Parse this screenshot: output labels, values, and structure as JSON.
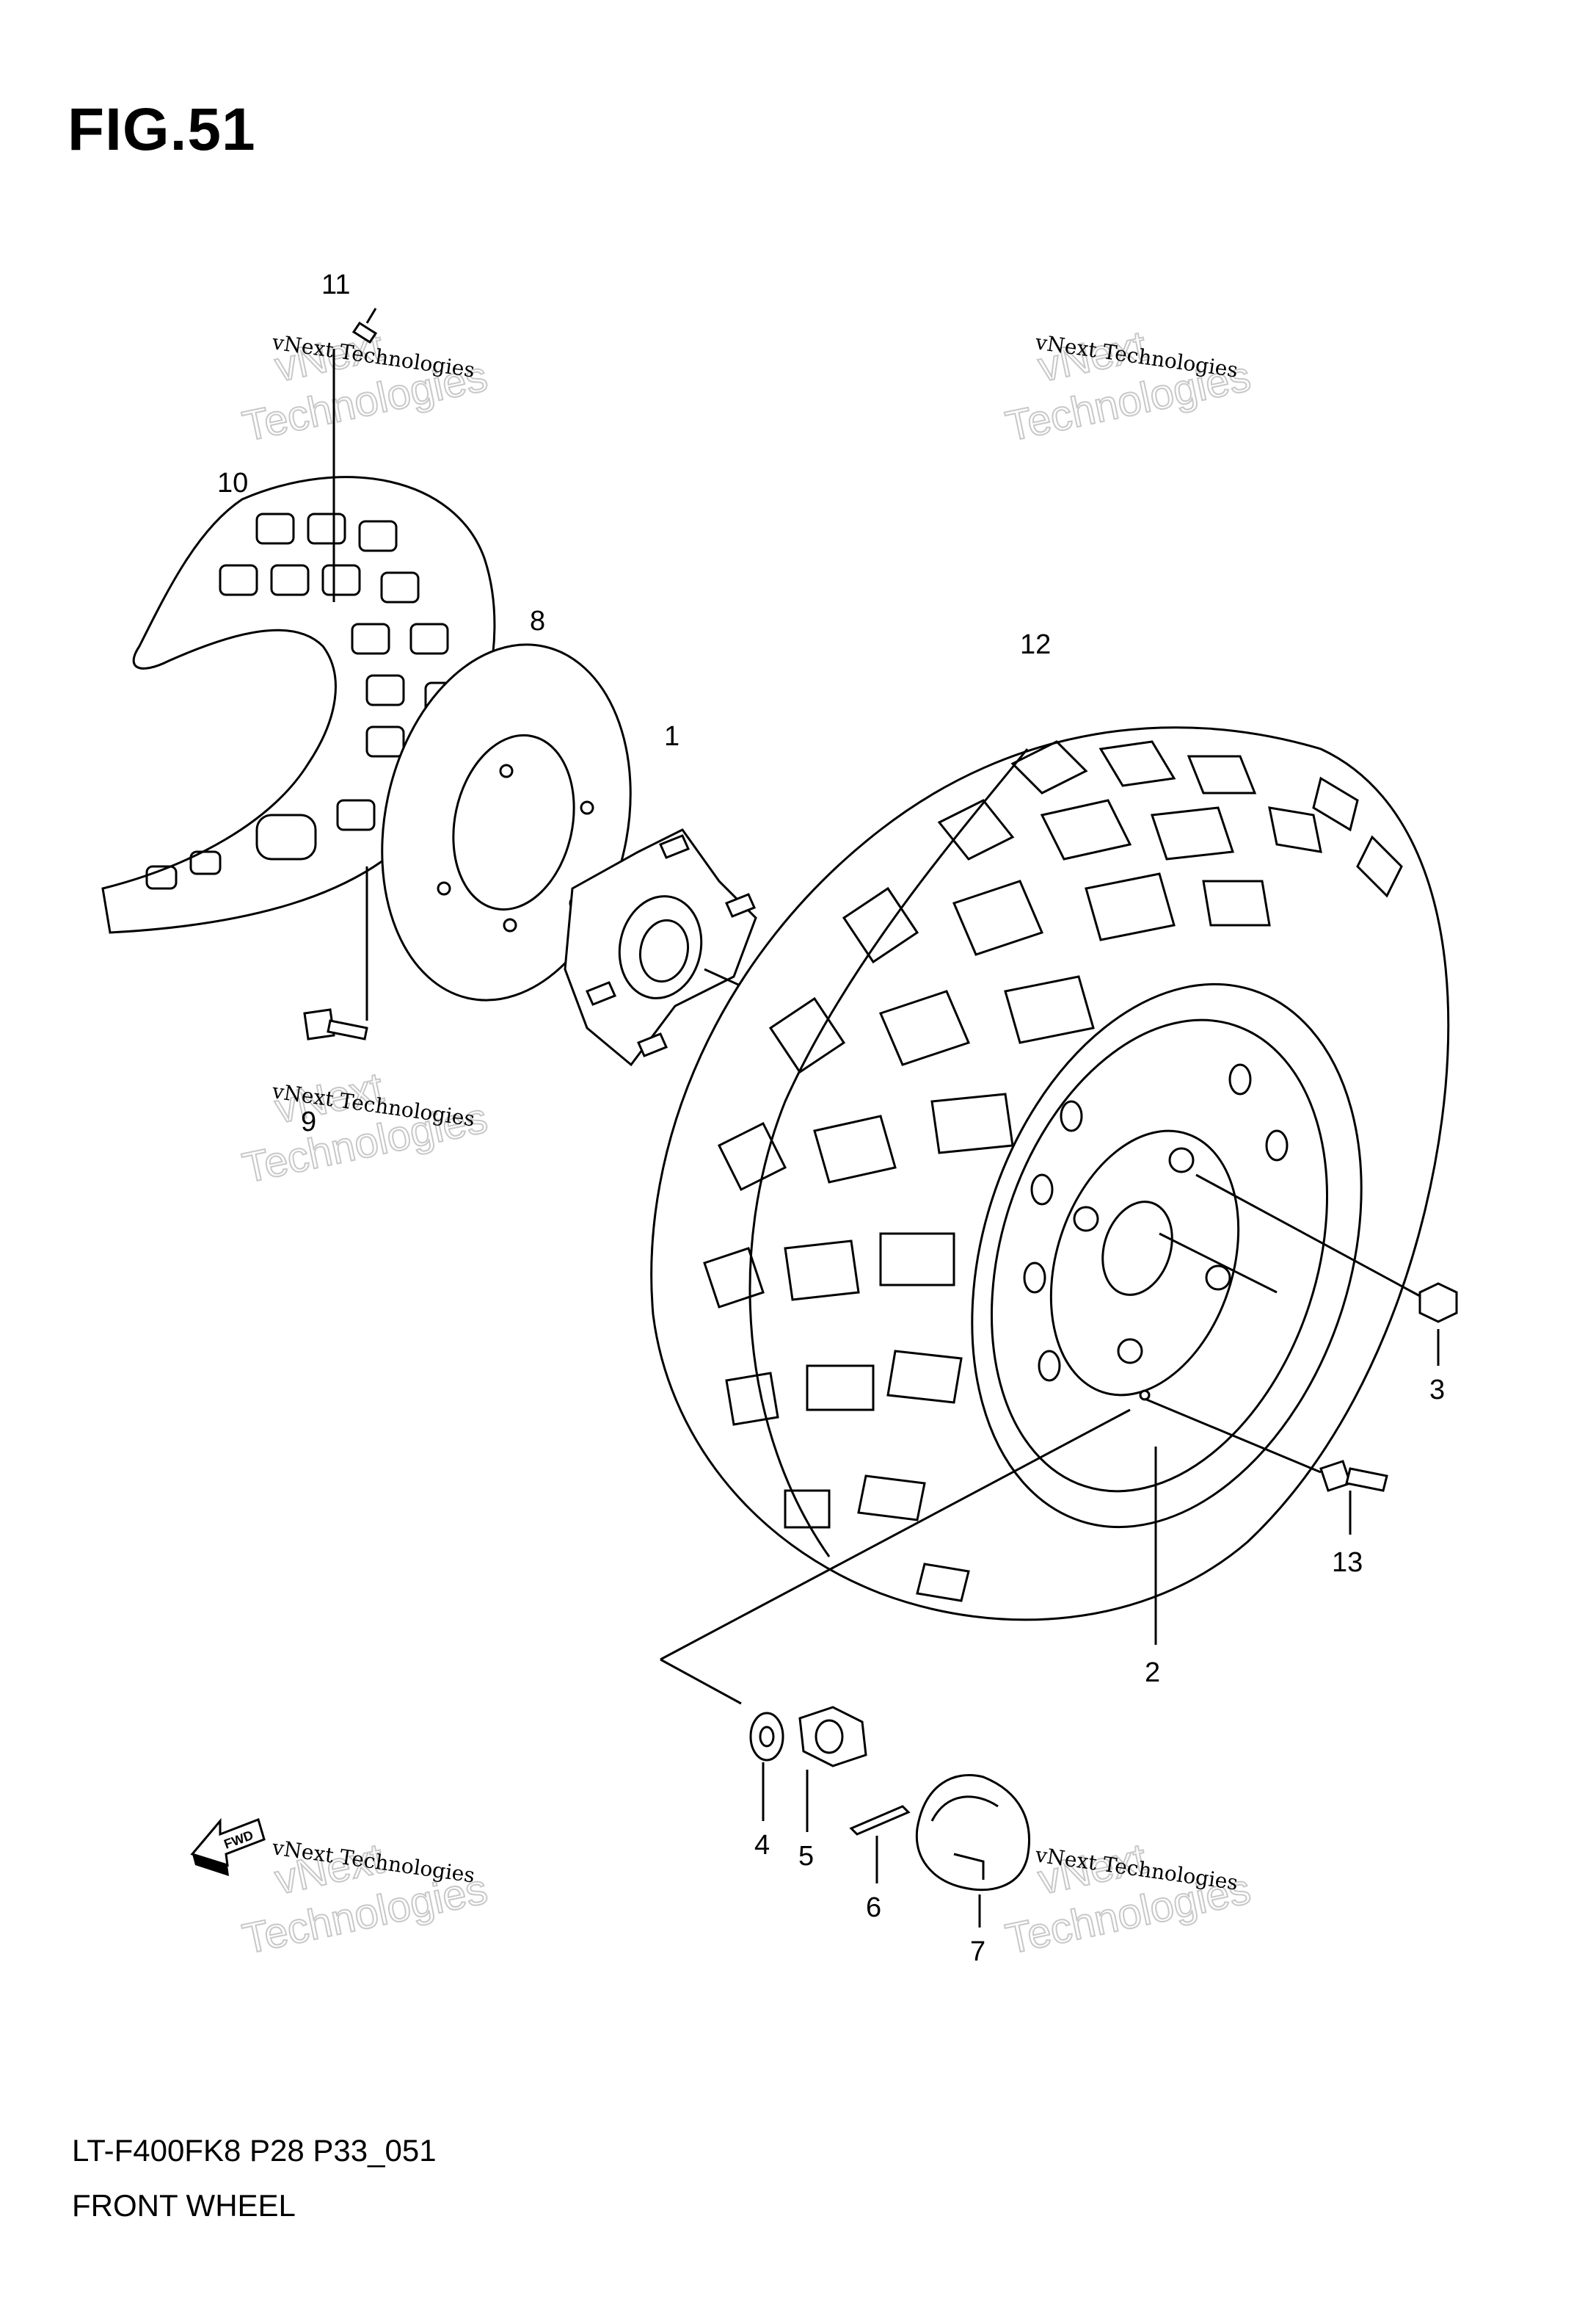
{
  "figure": {
    "title": "FIG.51",
    "model_code": "LT-F400FK8 P28 P33_051",
    "section_name": "FRONT WHEEL"
  },
  "fwd_arrow_label": "FWD",
  "watermark": {
    "small": "vNext Technologies",
    "big": "vNext\nTechnologies"
  },
  "callouts": [
    "1",
    "2",
    "3",
    "4",
    "5",
    "6",
    "7",
    "8",
    "9",
    "10",
    "11",
    "12",
    "13"
  ]
}
